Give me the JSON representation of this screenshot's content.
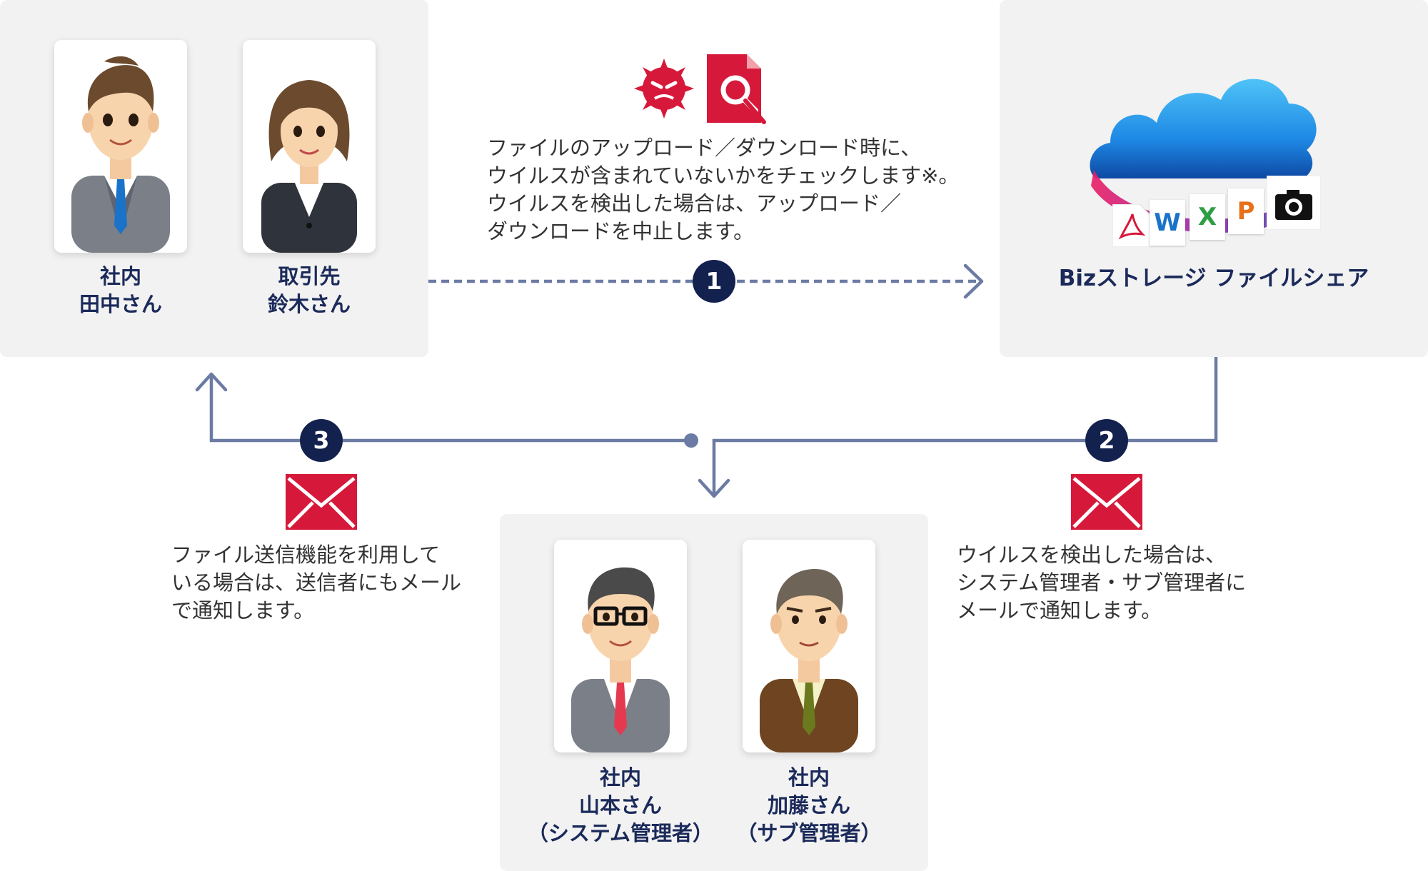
{
  "colors": {
    "navy": "#13214f",
    "line": "#6b7ba3",
    "alert_red": "#d6193a",
    "panel_bg": "#f2f2f2"
  },
  "users": {
    "tanaka": {
      "line1": "社内",
      "line2": "田中さん"
    },
    "suzuki": {
      "line1": "取引先",
      "line2": "鈴木さん"
    }
  },
  "admins": {
    "yamamoto": {
      "line1": "社内",
      "line2": "山本さん",
      "line3": "（システム管理者）"
    },
    "kato": {
      "line1": "社内",
      "line2": "加藤さん",
      "line3": "（サブ管理者）"
    }
  },
  "service": {
    "name": "Bizストレージ ファイルシェア",
    "icons": [
      "cloud-icon",
      "pdf-icon",
      "word-icon",
      "excel-icon",
      "powerpoint-icon",
      "camera-icon"
    ],
    "file_letters": {
      "word": "W",
      "excel": "X",
      "powerpoint": "P"
    }
  },
  "steps": [
    {
      "number": "1",
      "icons": [
        "virus-icon",
        "document-search-icon"
      ],
      "lines": [
        "ファイルのアップロード／ダウンロード時に、",
        "ウイルスが含まれていないかをチェックします※。",
        "ウイルスを検出した場合は、アップロード／",
        "ダウンロードを中止します。"
      ]
    },
    {
      "number": "2",
      "icons": [
        "mail-icon"
      ],
      "lines": [
        "ウイルスを検出した場合は、",
        "システム管理者・サブ管理者に",
        "メールで通知します。"
      ]
    },
    {
      "number": "3",
      "icons": [
        "mail-icon"
      ],
      "lines": [
        "ファイル送信機能を利用して",
        "いる場合は、送信者にもメール",
        "で通知します。"
      ]
    }
  ]
}
